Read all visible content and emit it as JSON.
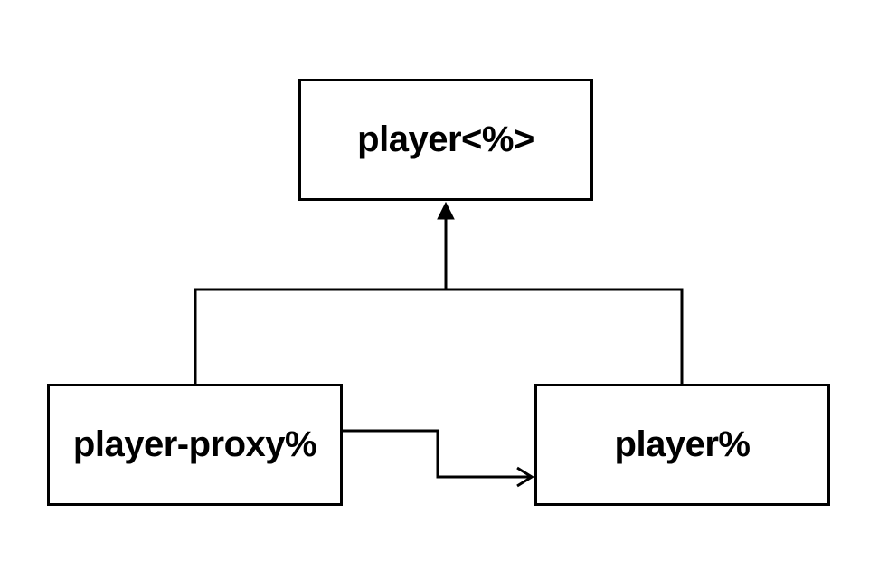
{
  "diagram": {
    "nodes": [
      {
        "id": "parent",
        "label": "player<%>"
      },
      {
        "id": "proxy",
        "label": "player-proxy%"
      },
      {
        "id": "child",
        "label": "player%"
      }
    ],
    "edges": [
      {
        "from": "proxy",
        "to": "parent",
        "kind": "inheritance"
      },
      {
        "from": "child",
        "to": "parent",
        "kind": "inheritance"
      },
      {
        "from": "proxy",
        "to": "child",
        "kind": "association"
      }
    ]
  },
  "colors": {
    "stroke": "#000000",
    "background": "#ffffff"
  }
}
